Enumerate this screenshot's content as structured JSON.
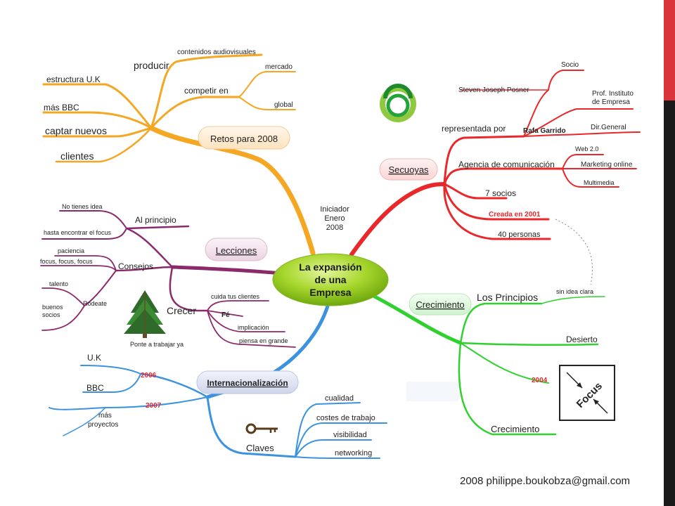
{
  "center": {
    "lines": [
      "La expansión",
      "de una",
      "Empresa"
    ]
  },
  "initiator": {
    "lines": [
      "Iniciador",
      "Enero",
      "2008"
    ]
  },
  "retos": {
    "title": "Retos para 2008",
    "producir": "producir",
    "contenidos": "contenidos audiovisuales",
    "competir": "competir en",
    "mercado": "mercado",
    "global": "global",
    "estructura": "estructura U.K",
    "mas_bbc": "más BBC",
    "captar": "captar nuevos",
    "clientes": "clientes"
  },
  "secuoyas": {
    "title": "Secuoyas",
    "representada": "representada por",
    "steven": "Steven Joseph Posner",
    "socio": "Socio",
    "prof_1": "Prof. Instituto",
    "prof_2": "de Empresa",
    "rafa": "Rafa Garrido",
    "dir": "Dir.General",
    "agencia": "Agencia de comunicación",
    "web20": "Web 2.0",
    "marketing": "Marketing online",
    "multimedia": "Multimedia",
    "socios": "7 socios",
    "creada": "Creada en 2001",
    "personas": "40 personas"
  },
  "lecciones": {
    "title": "Lecciones",
    "al_principio": "Al principio",
    "no_tienes": "No tienes idea",
    "hasta": "hasta encontrar el focus",
    "consejos": "Consejos",
    "paciencia": "paciencia",
    "focus": "focus, focus, focus",
    "talento": "talento",
    "rodeate": "Rodeate",
    "buenos_1": "buenos",
    "buenos_2": "socios",
    "crecer": "Crecer",
    "cuida": "cuida tus clientes",
    "fe": "Fé",
    "implicacion": "implicación",
    "piensa": "piensa en grande",
    "ponte": "Ponte a trabajar ya"
  },
  "crecimiento": {
    "title": "Crecimiento",
    "principios": "Los Principios",
    "sin_idea": "sin idea clara",
    "desierto": "Desierto",
    "year_2004": "2004",
    "crecimiento": "Crecimiento",
    "focus_logo": "Focus"
  },
  "internacionalizacion": {
    "title": "Internacionalización",
    "uk": "U.K",
    "year_2006": "2006",
    "bbc": "BBC",
    "year_2007": "2007",
    "mas_1": "más",
    "mas_2": "proyectos",
    "claves": "Claves",
    "cualidad": "cualidad",
    "costes": "costes de trabajo",
    "visibilidad": "visibilidad",
    "networking": "networking"
  },
  "credit": "2008 philippe.boukobza@gmail.com",
  "icons": [
    "ring-logo-icon",
    "tree-icon",
    "key-icon",
    "focus-arrows-icon"
  ],
  "colors": {
    "retos": "#f5a623",
    "secuoyas": "#e8282b",
    "lecciones": "#8b2a6b",
    "crecimiento": "#2fd12f",
    "internacionalizacion": "#3b93e0",
    "center": "#9acd32",
    "red_label": "#e8282b"
  }
}
